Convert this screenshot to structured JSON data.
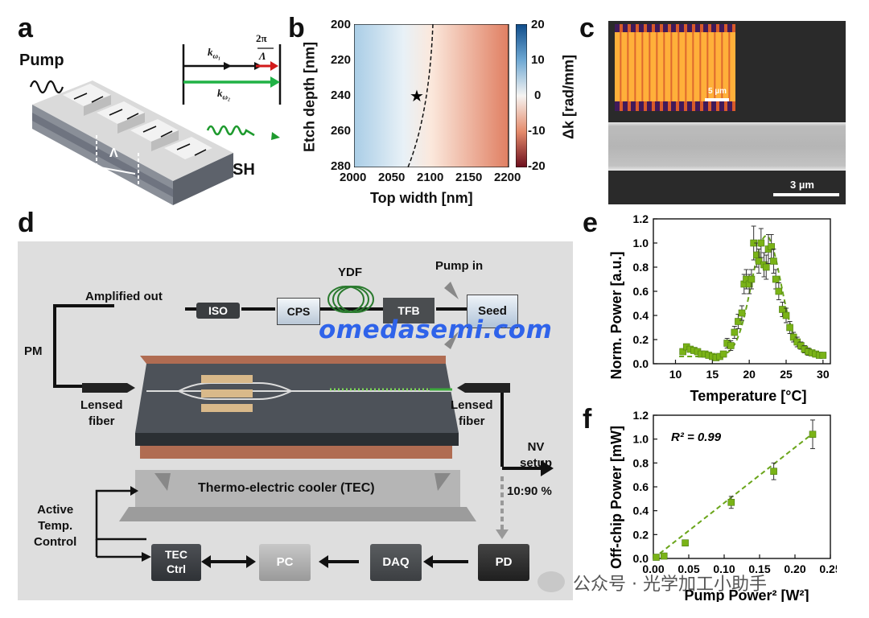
{
  "panel_labels": {
    "a": "a",
    "b": "b",
    "c": "c",
    "d": "d",
    "e": "e",
    "f": "f"
  },
  "panel_a": {
    "pump": "Pump",
    "sh": "SH",
    "lambda": "Λ",
    "k1": "k",
    "k1_sub": "ω₁",
    "k2": "k",
    "k2_sub": "ω₂",
    "frac_num": "2π",
    "frac_den": "Λ"
  },
  "panel_b": {
    "xlabel": "Top width [nm]",
    "ylabel": "Etch depth [nm]",
    "cbar_label": "Δk [rad/mm]",
    "xticks": [
      "2000",
      "2050",
      "2100",
      "2150",
      "2200"
    ],
    "yticks": [
      "200",
      "220",
      "240",
      "260",
      "280"
    ],
    "cbticks": [
      "20",
      "10",
      "0",
      "-10",
      "-20"
    ]
  },
  "panel_c": {
    "scale_inset": "5 µm",
    "scale_main": "3 µm"
  },
  "panel_d": {
    "amplified_out": "Amplified out",
    "iso": "ISO",
    "cps": "CPS",
    "ydf": "YDF",
    "tfb": "TFB",
    "pump_in": "Pump in",
    "seed": "Seed",
    "pm": "PM",
    "lensed_fiber_left": [
      "Lensed",
      "fiber"
    ],
    "lensed_fiber_right": [
      "Lensed",
      "fiber"
    ],
    "nv_setup": [
      "NV",
      "setup"
    ],
    "split": "10:90 %",
    "tec": "Thermo-electric cooler (TEC)",
    "active_temp": [
      "Active",
      "Temp.",
      "Control"
    ],
    "tec_ctrl": [
      "TEC",
      "Ctrl"
    ],
    "pc": "PC",
    "daq": "DAQ",
    "pd": "PD"
  },
  "watermark": "omedasemi.com",
  "footer_text": "公众号 · 光学加工小助手",
  "chart_data": [
    {
      "id": "e",
      "type": "scatter",
      "xlabel": "Temperature [°C]",
      "ylabel": "Norm. Power [a.u.]",
      "xlim": [
        7,
        31
      ],
      "ylim": [
        0,
        1.2
      ],
      "xticks": [
        10,
        15,
        20,
        25,
        30
      ],
      "yticks": [
        0.0,
        0.2,
        0.4,
        0.6,
        0.8,
        1.0,
        1.2
      ],
      "ytick_labels": [
        "0.0",
        "0.2",
        "0.4",
        "0.6",
        "0.8",
        "1.0",
        "1.2"
      ],
      "marker_color": "#7ab317",
      "fit_color": "#6aa51a",
      "x": [
        11,
        11.5,
        12,
        12.5,
        13,
        13.5,
        14,
        14.5,
        15,
        15.5,
        16,
        16.5,
        17,
        17.5,
        18,
        18.5,
        19,
        19.3,
        19.6,
        20,
        20.3,
        20.6,
        21,
        21.3,
        21.6,
        22,
        22.3,
        22.6,
        23,
        23.3,
        23.6,
        24,
        24.5,
        25,
        25.5,
        26,
        26.5,
        27,
        27.5,
        28,
        28.5,
        29,
        29.5,
        30
      ],
      "y": [
        0.1,
        0.14,
        0.12,
        0.11,
        0.1,
        0.08,
        0.08,
        0.07,
        0.06,
        0.05,
        0.06,
        0.08,
        0.17,
        0.15,
        0.26,
        0.35,
        0.42,
        0.66,
        0.7,
        0.66,
        0.7,
        1.0,
        0.9,
        0.85,
        1.0,
        0.82,
        0.8,
        0.95,
        0.97,
        0.85,
        0.7,
        0.6,
        0.45,
        0.4,
        0.3,
        0.22,
        0.18,
        0.15,
        0.12,
        0.1,
        0.09,
        0.08,
        0.07,
        0.07
      ],
      "err": [
        0.02,
        0.02,
        0.02,
        0.02,
        0.02,
        0.02,
        0.02,
        0.02,
        0.02,
        0.02,
        0.02,
        0.02,
        0.04,
        0.04,
        0.05,
        0.06,
        0.06,
        0.08,
        0.08,
        0.08,
        0.08,
        0.14,
        0.1,
        0.1,
        0.12,
        0.1,
        0.1,
        0.12,
        0.1,
        0.1,
        0.08,
        0.07,
        0.06,
        0.06,
        0.05,
        0.04,
        0.04,
        0.03,
        0.03,
        0.03,
        0.02,
        0.02,
        0.02,
        0.02
      ],
      "fit": {
        "type": "gaussian",
        "center": 22.3,
        "sigma": 2.0,
        "amplitude": 1.0,
        "baseline": 0.06
      }
    },
    {
      "id": "f",
      "type": "scatter",
      "xlabel": "Pump Power² [W²]",
      "ylabel": "Off-chip Power [mW]",
      "annotation": "R² = 0.99",
      "xlim": [
        0,
        0.25
      ],
      "ylim": [
        0,
        1.2
      ],
      "xticks": [
        0,
        0.05,
        0.1,
        0.15,
        0.2,
        0.25
      ],
      "xtick_labels": [
        "0.00",
        "0.05",
        "0.10",
        "0.15",
        "0.20",
        "0.25"
      ],
      "yticks": [
        0,
        0.2,
        0.4,
        0.6,
        0.8,
        1.0,
        1.2
      ],
      "ytick_labels": [
        "0.0",
        "0.2",
        "0.4",
        "0.6",
        "0.8",
        "1.0",
        "1.2"
      ],
      "marker_color": "#7ab317",
      "fit_color": "#6aa51a",
      "x": [
        0.004,
        0.015,
        0.045,
        0.11,
        0.17,
        0.225
      ],
      "y": [
        0.01,
        0.02,
        0.13,
        0.47,
        0.73,
        1.04
      ],
      "err": [
        0.01,
        0.01,
        0.02,
        0.05,
        0.07,
        0.12
      ],
      "fit": {
        "type": "linear",
        "slope": 4.65,
        "intercept": 0
      }
    }
  ]
}
